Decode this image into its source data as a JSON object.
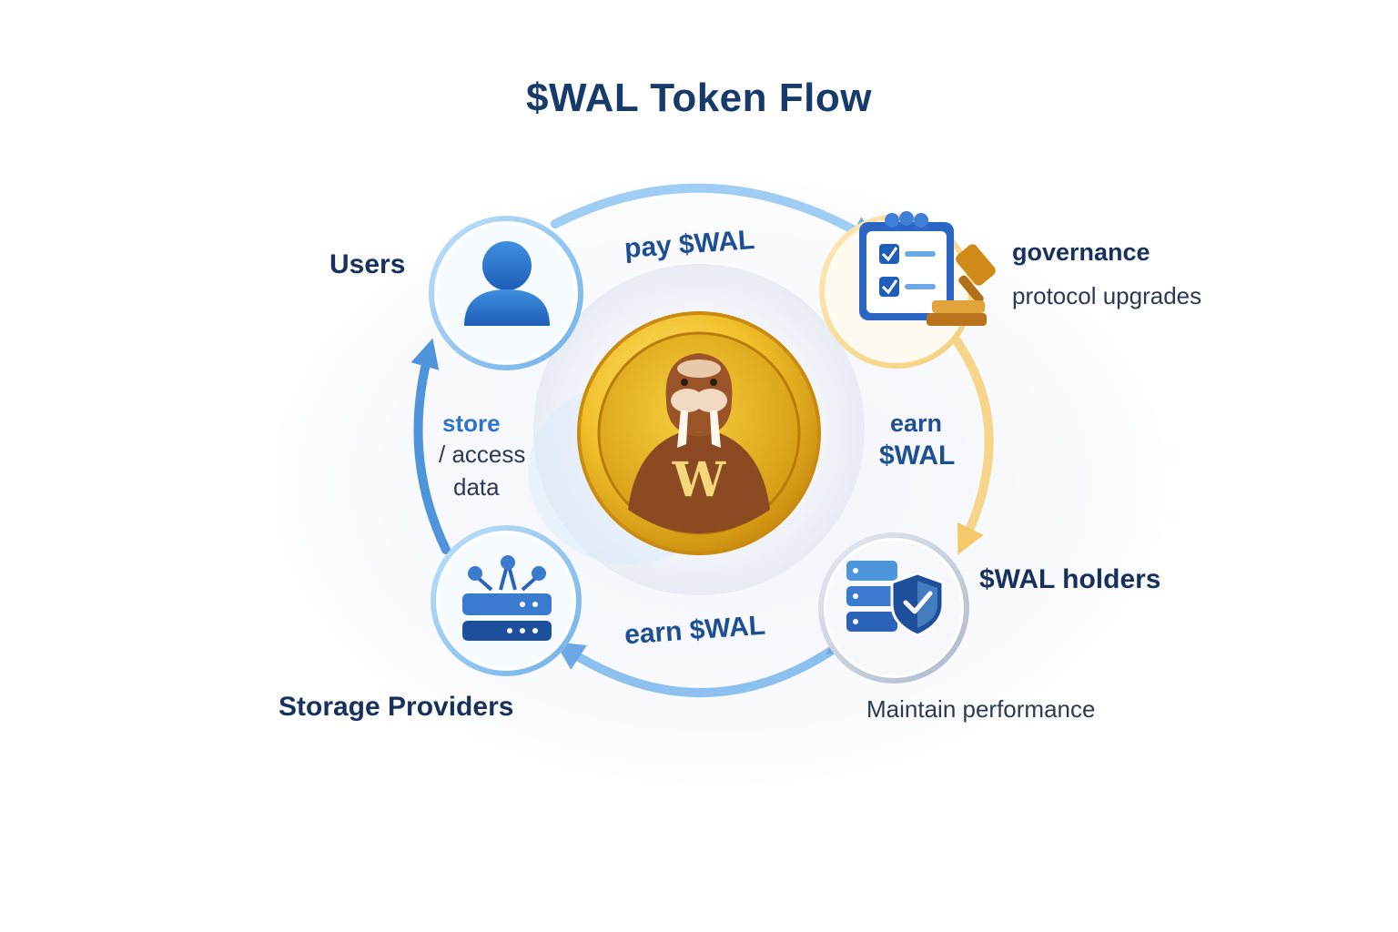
{
  "title": "$WAL Token Flow",
  "nodes": {
    "users": {
      "label": "Users",
      "icon": "user-icon"
    },
    "governance": {
      "label": "governance",
      "sublabel": "protocol upgrades",
      "icon": "governance-checklist-gavel-icon"
    },
    "holders": {
      "label": "$WAL holders",
      "icon": "server-shield-icon"
    },
    "storage_providers": {
      "label": "Storage Providers",
      "icon": "storage-network-icon"
    },
    "token": {
      "icon": "walrus-coin-icon",
      "letter": "W"
    }
  },
  "flows": {
    "pay": "pay $WAL",
    "earn_right": {
      "line1": "earn",
      "line2": "$WAL"
    },
    "earn_bottom": "earn $WAL",
    "store": {
      "line1": "store",
      "line2": "/ access",
      "line3": "data"
    }
  },
  "footer_note": "Maintain performance",
  "colors": {
    "title": "#163b6b",
    "blue_accent": "#2f74c7",
    "gold_accent": "#f3c969",
    "coin_gold": "#e8b420",
    "walrus_brown": "#8b4a22"
  }
}
